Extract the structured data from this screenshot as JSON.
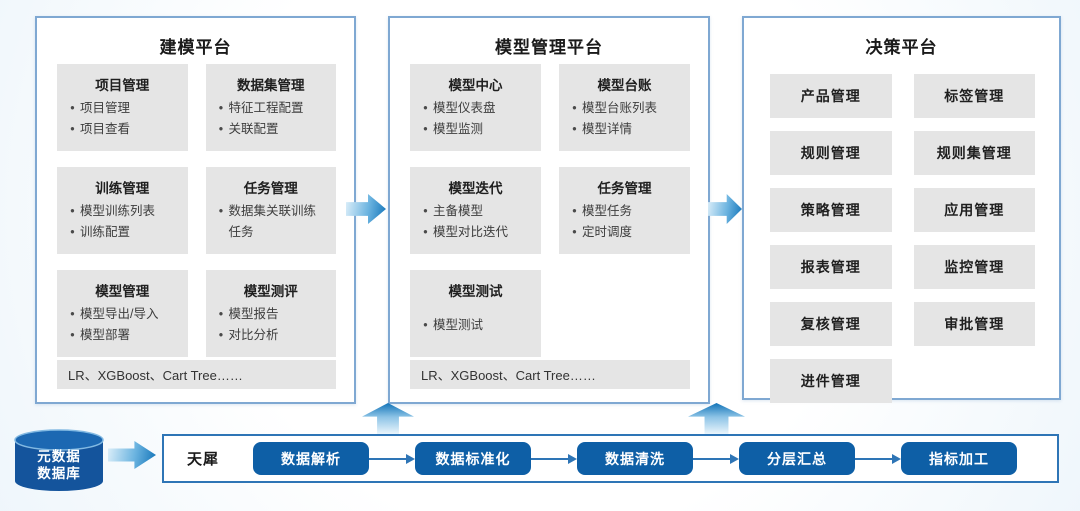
{
  "panels": [
    {
      "title": "建模平台",
      "groups": [
        {
          "title": "项目管理",
          "items": [
            "项目管理",
            "项目查看"
          ]
        },
        {
          "title": "数据集管理",
          "items": [
            "特征工程配置",
            "关联配置"
          ]
        },
        {
          "title": "训练管理",
          "items": [
            "模型训练列表",
            "训练配置"
          ]
        },
        {
          "title": "任务管理",
          "items": [
            "数据集关联训练任务"
          ]
        },
        {
          "title": "模型管理",
          "items": [
            "模型导出/导入",
            "模型部署"
          ]
        },
        {
          "title": "模型测评",
          "items": [
            "模型报告",
            "对比分析"
          ]
        }
      ],
      "footer": "LR、XGBoost、Cart Tree……"
    },
    {
      "title": "模型管理平台",
      "groups": [
        {
          "title": "模型中心",
          "items": [
            "模型仪表盘",
            "模型监测"
          ]
        },
        {
          "title": "模型台账",
          "items": [
            "模型台账列表",
            "模型详情"
          ]
        },
        {
          "title": "模型迭代",
          "items": [
            "主备模型",
            "模型对比迭代"
          ]
        },
        {
          "title": "任务管理",
          "items": [
            "模型任务",
            "定时调度"
          ]
        },
        {
          "title": "模型测试",
          "items": [
            "模型测试"
          ],
          "spaced": true
        }
      ],
      "footer": "LR、XGBoost、Cart Tree……"
    },
    {
      "title": "决策平台",
      "tiles": [
        "产品管理",
        "标签管理",
        "规则管理",
        "规则集管理",
        "策略管理",
        "应用管理",
        "报表管理",
        "监控管理",
        "复核管理",
        "审批管理",
        "进件管理"
      ]
    }
  ],
  "datasource": {
    "line1": "元数据",
    "line2": "数据库"
  },
  "pipeline": {
    "label": "天犀",
    "steps": [
      "数据解析",
      "数据标准化",
      "数据清洗",
      "分层汇总",
      "指标加工"
    ]
  },
  "colors": {
    "accent_blue": "#0e5fa6",
    "flow_border_blue": "#2e75b6",
    "panel_border_blue": "#7fa8d2",
    "box_gray": "#e5e5e5",
    "cylinder_blue": "#14549c",
    "arrow_gradient_start": "#dff0fa",
    "arrow_gradient_end": "#1173b8"
  }
}
